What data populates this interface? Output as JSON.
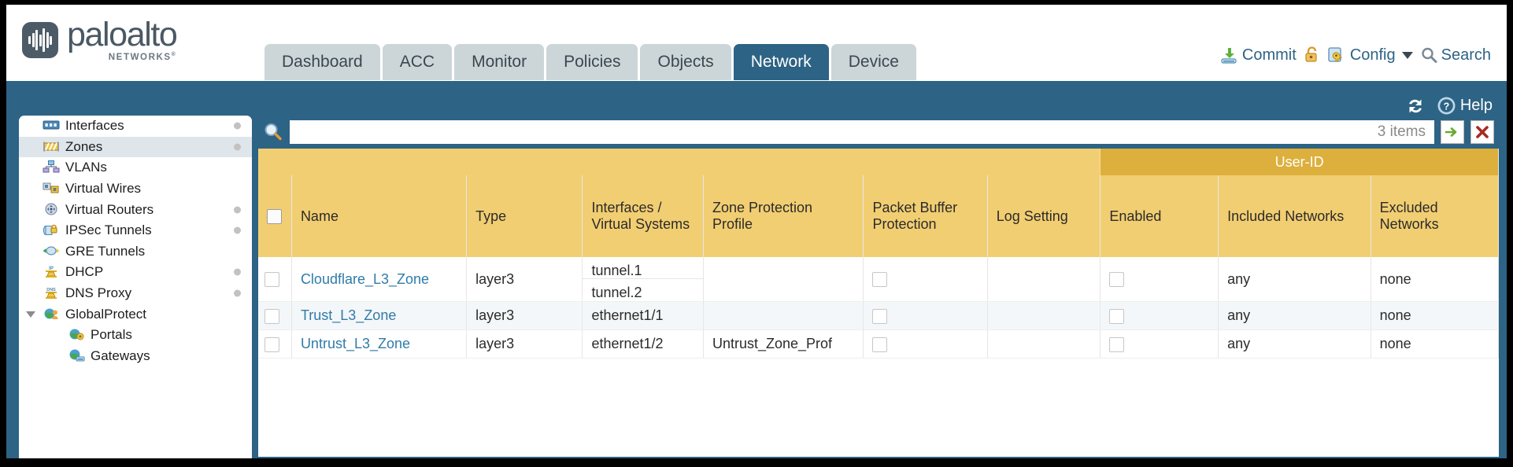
{
  "brand": {
    "name": "paloalto",
    "sub": "NETWORKS",
    "reg": "®"
  },
  "tabs": [
    {
      "label": "Dashboard",
      "active": false
    },
    {
      "label": "ACC",
      "active": false
    },
    {
      "label": "Monitor",
      "active": false
    },
    {
      "label": "Policies",
      "active": false
    },
    {
      "label": "Objects",
      "active": false
    },
    {
      "label": "Network",
      "active": true
    },
    {
      "label": "Device",
      "active": false
    }
  ],
  "actions": {
    "commit": "Commit",
    "lock_icon": "lock-icon",
    "config": "Config",
    "search": "Search",
    "refresh_icon": "refresh-icon",
    "help": "Help"
  },
  "sidebar": {
    "items": [
      {
        "label": "Interfaces",
        "icon": "interfaces-icon",
        "dot": true,
        "selected": false,
        "child": false,
        "expand": false
      },
      {
        "label": "Zones",
        "icon": "zones-icon",
        "dot": true,
        "selected": true,
        "child": false,
        "expand": false
      },
      {
        "label": "VLANs",
        "icon": "vlans-icon",
        "dot": false,
        "selected": false,
        "child": false,
        "expand": false
      },
      {
        "label": "Virtual Wires",
        "icon": "virtual-wires-icon",
        "dot": false,
        "selected": false,
        "child": false,
        "expand": false
      },
      {
        "label": "Virtual Routers",
        "icon": "virtual-routers-icon",
        "dot": true,
        "selected": false,
        "child": false,
        "expand": false
      },
      {
        "label": "IPSec Tunnels",
        "icon": "ipsec-tunnels-icon",
        "dot": true,
        "selected": false,
        "child": false,
        "expand": false
      },
      {
        "label": "GRE Tunnels",
        "icon": "gre-tunnels-icon",
        "dot": false,
        "selected": false,
        "child": false,
        "expand": false
      },
      {
        "label": "DHCP",
        "icon": "dhcp-icon",
        "dot": true,
        "selected": false,
        "child": false,
        "expand": false
      },
      {
        "label": "DNS Proxy",
        "icon": "dns-proxy-icon",
        "dot": true,
        "selected": false,
        "child": false,
        "expand": false
      },
      {
        "label": "GlobalProtect",
        "icon": "globalprotect-icon",
        "dot": false,
        "selected": false,
        "child": false,
        "expand": true
      },
      {
        "label": "Portals",
        "icon": "portals-icon",
        "dot": false,
        "selected": false,
        "child": true,
        "expand": false
      },
      {
        "label": "Gateways",
        "icon": "gateways-icon",
        "dot": false,
        "selected": false,
        "child": true,
        "expand": false
      }
    ]
  },
  "search": {
    "value": "",
    "placeholder": "",
    "count": "3 items",
    "go_icon": "green-arrow-icon",
    "clear_icon": "red-x-icon"
  },
  "table": {
    "group_header": "User-ID",
    "columns": [
      "Name",
      "Type",
      "Interfaces / Virtual Systems",
      "Zone Protection Profile",
      "Packet Buffer Protection",
      "Log Setting",
      "Enabled",
      "Included Networks",
      "Excluded Networks"
    ],
    "rows": [
      {
        "name": "Cloudflare_L3_Zone",
        "type": "layer3",
        "interfaces": [
          "tunnel.1",
          "tunnel.2"
        ],
        "zone_protection_profile": "",
        "packet_buffer_protection": false,
        "log_setting": "",
        "userid_enabled": false,
        "included_networks": "any",
        "excluded_networks": "none"
      },
      {
        "name": "Trust_L3_Zone",
        "type": "layer3",
        "interfaces": [
          "ethernet1/1"
        ],
        "zone_protection_profile": "",
        "packet_buffer_protection": false,
        "log_setting": "",
        "userid_enabled": false,
        "included_networks": "any",
        "excluded_networks": "none"
      },
      {
        "name": "Untrust_L3_Zone",
        "type": "layer3",
        "interfaces": [
          "ethernet1/2"
        ],
        "zone_protection_profile": "Untrust_Zone_Prof",
        "packet_buffer_protection": false,
        "log_setting": "",
        "userid_enabled": false,
        "included_networks": "any",
        "excluded_networks": "none"
      }
    ]
  },
  "colors": {
    "brand_blue": "#2d6384",
    "tab_inactive": "#ccd6d8",
    "header_amber": "#f2ce72",
    "group_amber": "#ddaf3c",
    "link_blue": "#2f7ca8"
  }
}
